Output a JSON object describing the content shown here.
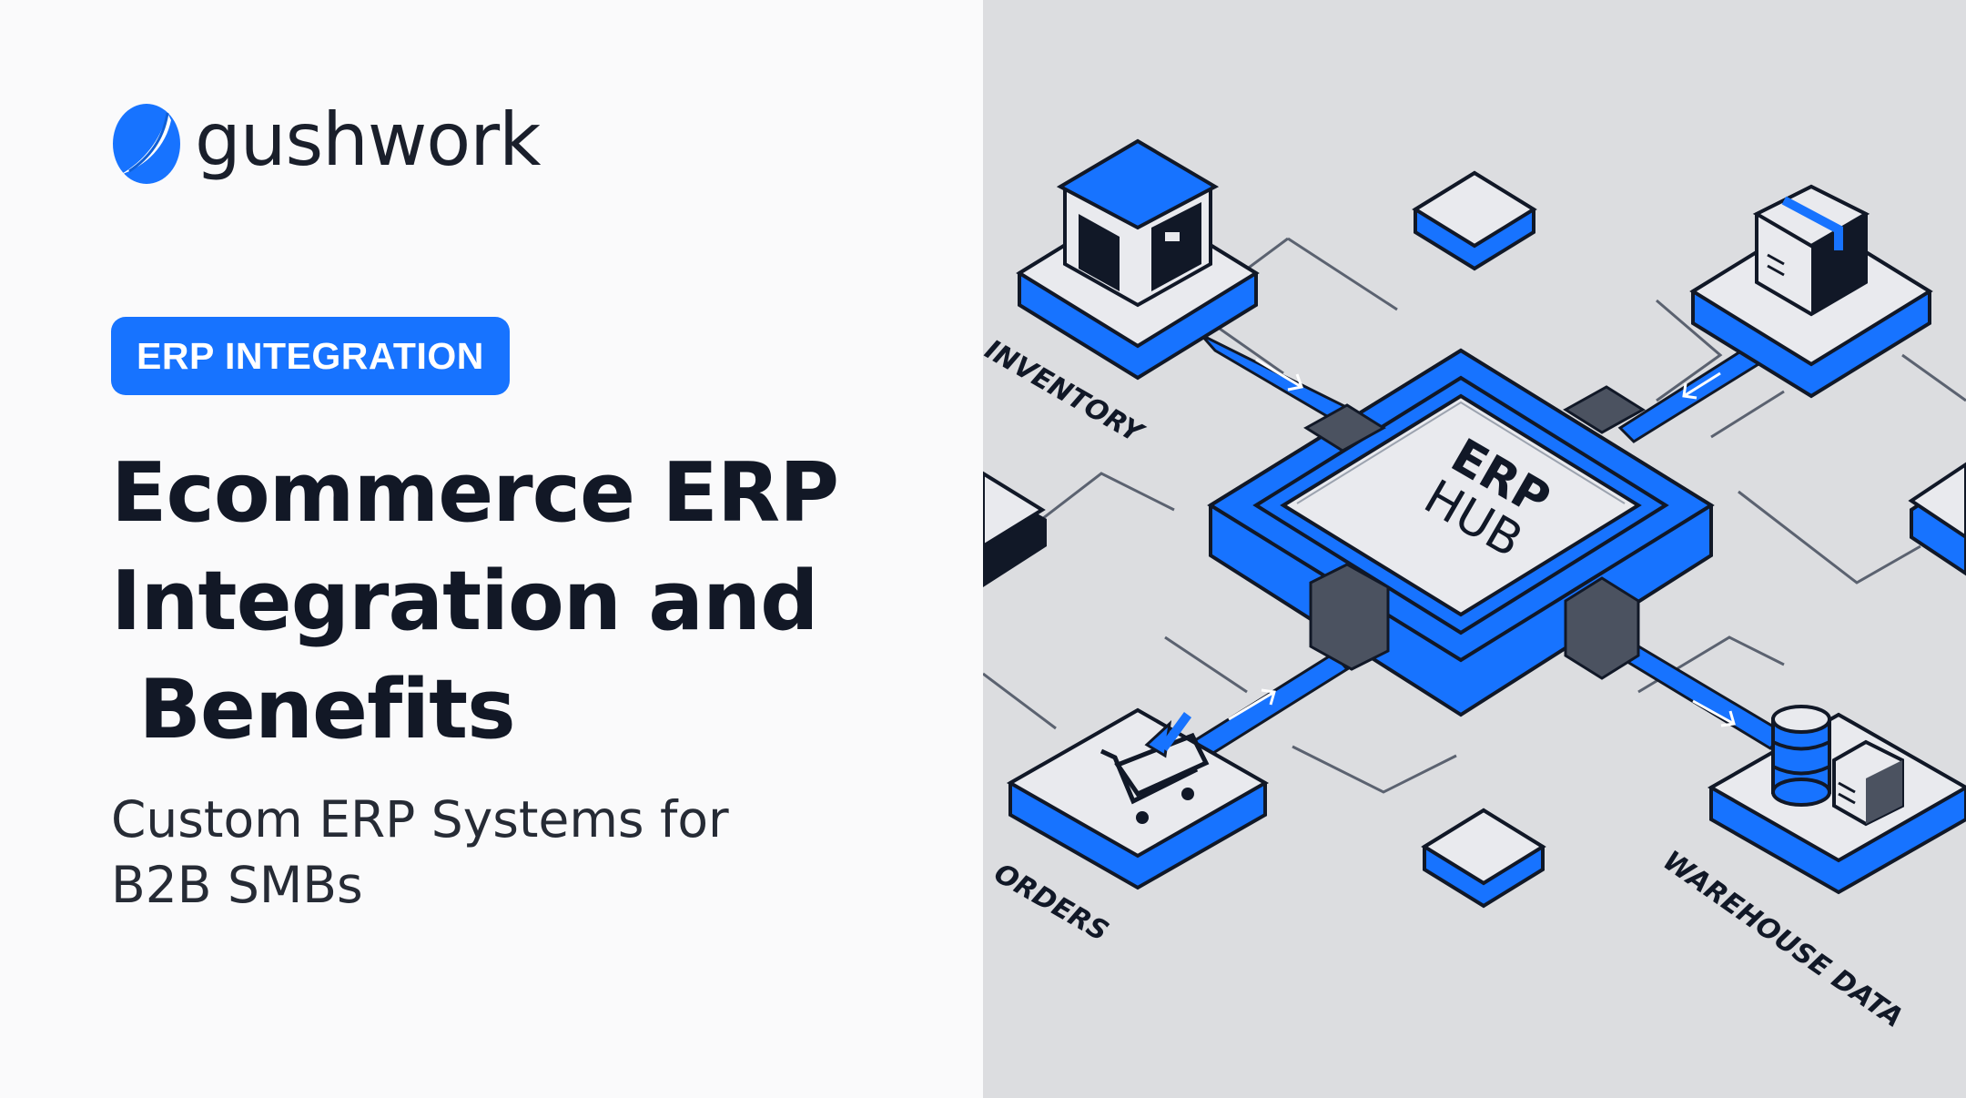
{
  "brand": {
    "name": "gushwork",
    "accent": "#1773ff",
    "dark": "#121826"
  },
  "badge": {
    "label": "ERP INTEGRATION"
  },
  "headline": {
    "lines": [
      "Ecommerce ERP",
      "Integration and",
      " Benefits"
    ]
  },
  "subheadline": {
    "lines": [
      "Custom ERP Systems for",
      "B2B SMBs"
    ]
  },
  "illustration": {
    "hub": {
      "line1": "ERP",
      "line2": "HUB"
    },
    "labels": {
      "inventory": "INVENTORY",
      "orders": "ORDERS",
      "warehouse": "WAREHOUSE DATA"
    },
    "icons": [
      "warehouse-icon",
      "package-icon",
      "shopping-cart-icon",
      "database-icon"
    ]
  }
}
